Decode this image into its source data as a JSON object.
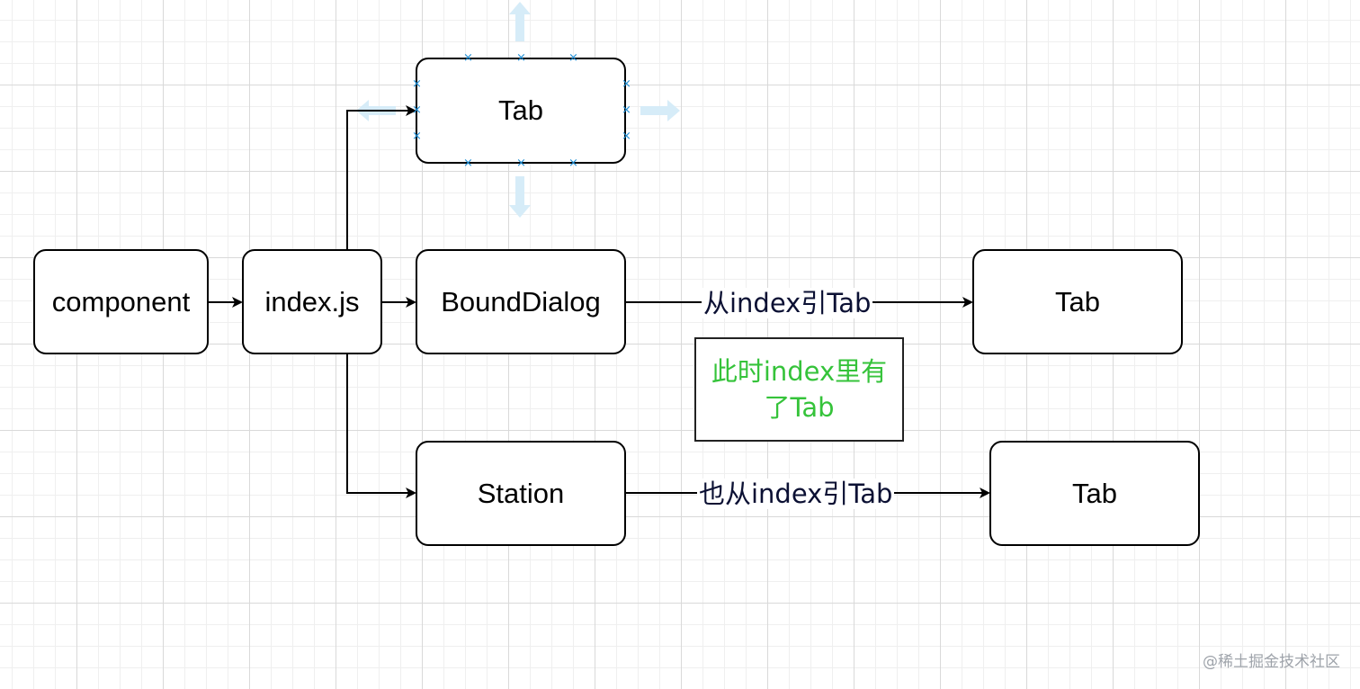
{
  "diagram": {
    "nodes": {
      "component": "component",
      "index": "index.js",
      "tab_top": "Tab",
      "bound_dialog": "BoundDialog",
      "station": "Station",
      "tab_right_1": "Tab",
      "tab_right_2": "Tab"
    },
    "edges": {
      "bound_to_tab": "从index引Tab",
      "station_to_tab": "也从index引Tab"
    },
    "note": {
      "line1": "此时index里有",
      "line2": "了Tab"
    },
    "selected_node": "tab_top"
  },
  "watermark": "@稀土掘金技术社区",
  "colors": {
    "note_text": "#35c33a",
    "edge_label_text": "#0b1033",
    "selection_handle": "#1f8fd6",
    "hover_arrow": "#d6ecf8"
  }
}
